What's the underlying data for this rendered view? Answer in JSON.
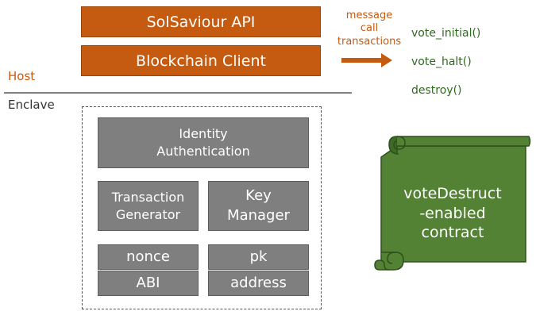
{
  "host": {
    "label": "Host",
    "api_bar": "SolSaviour API",
    "client_bar": "Blockchain Client"
  },
  "enclave": {
    "label": "Enclave",
    "identity_auth": "Identity Authentication",
    "tx_generator": "Transaction Generator",
    "key_manager": "Key Manager",
    "nonce": "nonce",
    "abi": "ABI",
    "pk": "pk",
    "address": "address"
  },
  "message": {
    "lines": [
      "message",
      "call",
      "transactions"
    ]
  },
  "functions": [
    "vote_initial()",
    "vote_halt()",
    "destroy()"
  ],
  "contract": {
    "label": "voteDestruct-enabled contract",
    "lines": [
      "voteDestruct",
      "-enabled",
      "contract"
    ]
  },
  "colors": {
    "orange": "#c55a11",
    "gray_box": "#7f7f7f",
    "contract_green": "#548235",
    "function_text": "#2e6b1f"
  }
}
